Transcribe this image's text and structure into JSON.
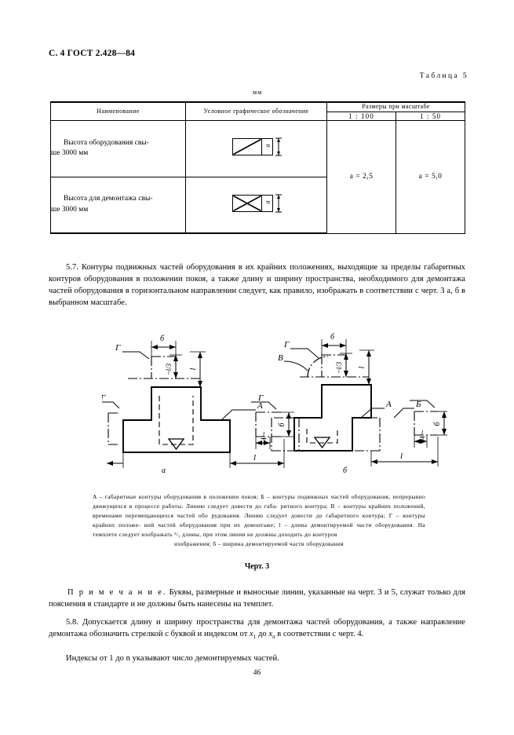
{
  "header": {
    "page_ref": "С. 4 ГОСТ 2.428—84",
    "table_caption": "Таблица 5",
    "unit_label": "мм"
  },
  "table": {
    "headers": {
      "name": "Наименование",
      "symbol": "Условное графическое обозначение",
      "sizes": "Размеры при масштабе",
      "scale_1": "1 : 100",
      "scale_2": "1 : 50"
    },
    "rows": [
      {
        "name_line1": "Высота оборудования свы-",
        "name_line2": "ше 3000 мм",
        "symbol_icon": "square-single-diagonal-with-a-cell",
        "symbol_letter": "а"
      },
      {
        "name_line1": "Высота для демонтажа свы-",
        "name_line2": "ше 3000 мм",
        "symbol_icon": "square-crossed-with-a-cell",
        "symbol_letter": "а"
      }
    ],
    "values": {
      "scale_1_value": "а = 2,5",
      "scale_2_value": "а = 5,0"
    }
  },
  "paragraphs": {
    "p57": "5.7. Контуры подвижных частей оборудования в их крайних положениях, выходящие за пределы габаритных контуров оборудования в положении покоя, а также длину и ширину пространства, необходимого для демонтажа частей оборудования в горизонтальном направлении следует, как правило, изображать в соответствии с черт. 3 а, б в выбранном масштабе.",
    "note_label": "П р и м е ч а н и е.",
    "note_text": "Буквы, размерные и выносные линии, указанные на черт. 3 и 5, служат только для пояснения в стандарте и не должны быть нанесены на темплет.",
    "p58_a": "5.8. Допускается длину и ширину пространства для демонтажа частей оборудования, а также направление демонтажа обозначить стрелкой с буквой и индексом от ",
    "p58_x1": "x",
    "p58_sub1": "1",
    "p58_mid": " до ",
    "p58_xn": "x",
    "p58_subn": "n",
    "p58_b": " в соответствии с черт. 4.",
    "p_index": "Индексы от 1 до n указывают число демонтируемых частей."
  },
  "figure": {
    "label_a": "а",
    "label_b": "б",
    "chert_number": "Черт. 3",
    "annotations": {
      "gabarit": "А",
      "movable": "Б",
      "extreme": "В",
      "dismount": "Г",
      "width": "б",
      "length": "l",
      "third": "l/3",
      "approx_third": "~l/3"
    },
    "caption_line1": "А  –  габаритные контуры оборудования в положении покоя; Б  –  контуры подвижных частей",
    "caption_line2": "оборудования, непрерывно движущихся в процессе работы. Линию следует довести до габа-",
    "caption_line3": "ритного контура; В  –  контуры крайних положений, временами перемещающихся частей обо",
    "caption_line4": "рудования. Линию следует довести до габаритного контура;  Г  –  контуры  крайних  положе-",
    "caption_line5": "ний частей оборудования при  их  демонтаже; l – длина демонтируемой части оборудования.",
    "caption_line6": "На темплете следует изображать ¹/₃ длины, при этом линии не должны доходить до контуров",
    "caption_line7": "изображения;  б  –  ширина  демонтируемой части оборудования"
  },
  "footer": {
    "page_number": "46"
  }
}
